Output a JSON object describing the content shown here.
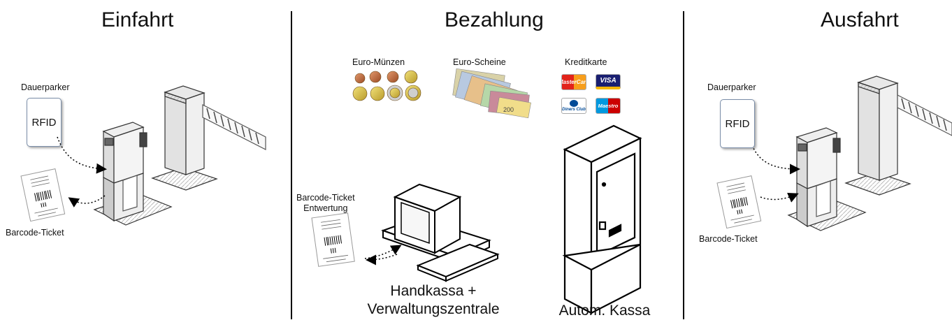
{
  "sections": {
    "entry": "Einfahrt",
    "payment": "Bezahlung",
    "exit": "Ausfahrt"
  },
  "entry": {
    "dauerparker": "Dauerparker",
    "rfid": "RFID",
    "barcode_ticket": "Barcode-Ticket"
  },
  "exit": {
    "dauerparker": "Dauerparker",
    "rfid": "RFID",
    "barcode_ticket": "Barcode-Ticket"
  },
  "payment": {
    "coins": "Euro-Münzen",
    "notes": "Euro-Scheine",
    "credit_card": "Kreditkarte",
    "ticket_validation_line1": "Barcode-Ticket",
    "ticket_validation_line2": "Entwertung",
    "handkassa_line1": "Handkassa +",
    "handkassa_line2": "Verwaltungszentrale",
    "auto_kassa": "Autom. Kassa"
  },
  "card_logos": {
    "mastercard": "MasterCard",
    "visa": "VISA",
    "diners": "Diners Club",
    "maestro": "Maestro"
  },
  "colors": {
    "mastercard_red": "#e2231a",
    "mastercard_orange": "#f79e1b",
    "visa_blue": "#1a1f71",
    "visa_gold": "#f7b600",
    "diners_blue": "#004a97",
    "maestro_blue": "#0099df",
    "maestro_red": "#cc0000",
    "rfid_border": "#7a8da8"
  }
}
